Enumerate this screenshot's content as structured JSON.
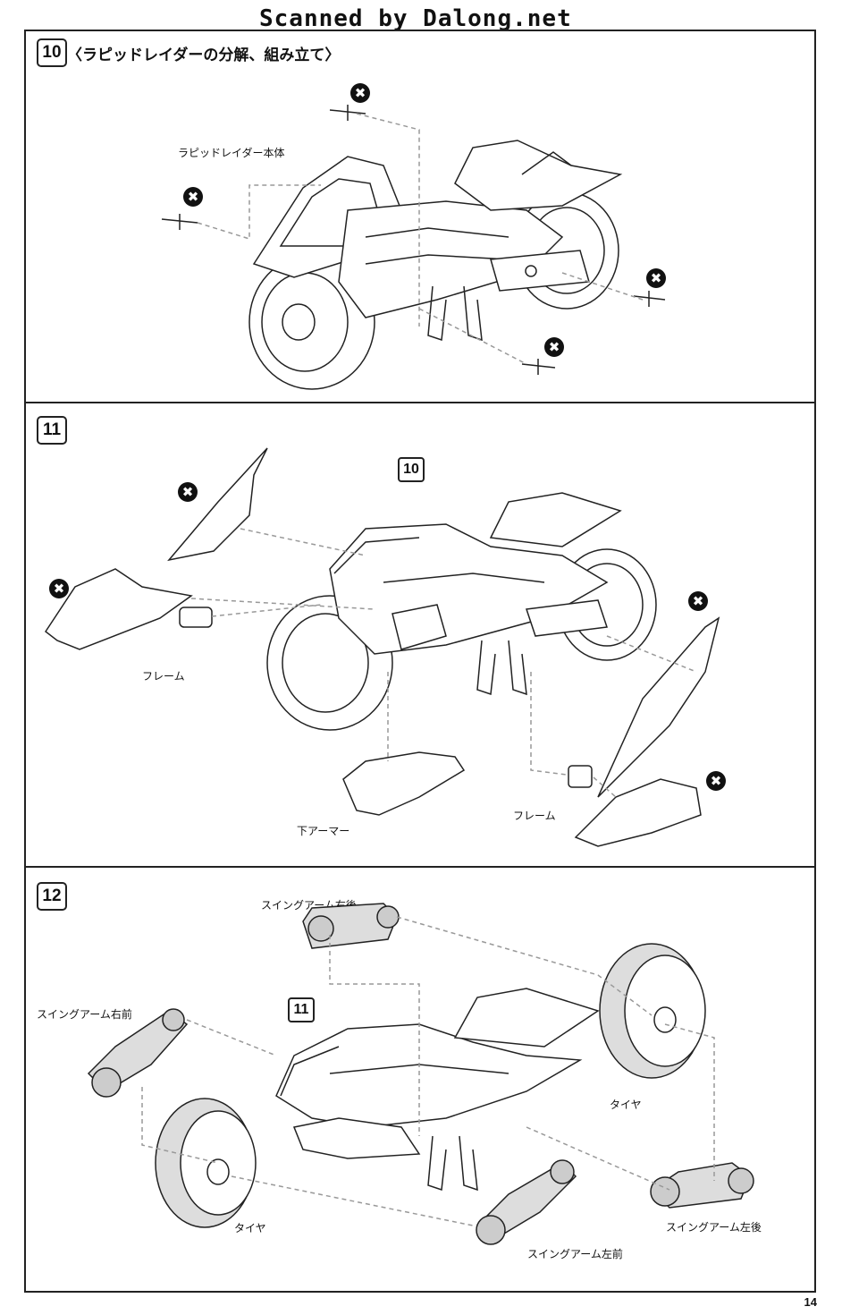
{
  "watermark": "Scanned by Dalong.net",
  "page_number": "14",
  "steps": [
    {
      "number": "10",
      "title": "〈ラピッドレイダーの分解、組み立て〉",
      "labels": {
        "body": "ラピッドレイダー本体"
      },
      "removal_mark": "✖"
    },
    {
      "number": "11",
      "ref": "10",
      "labels": {
        "frame_left": "フレーム",
        "lower_armor": "下アーマー",
        "frame_right": "フレーム"
      },
      "removal_mark": "✖"
    },
    {
      "number": "12",
      "ref": "11",
      "labels": {
        "swing_arm_rr": "スイングアーム右後",
        "swing_arm_rf": "スイングアーム右前",
        "tire_right": "タイヤ",
        "tire_left": "タイヤ",
        "swing_arm_lr": "スイングアーム左後",
        "swing_arm_lf": "スイングアーム左前"
      }
    }
  ]
}
